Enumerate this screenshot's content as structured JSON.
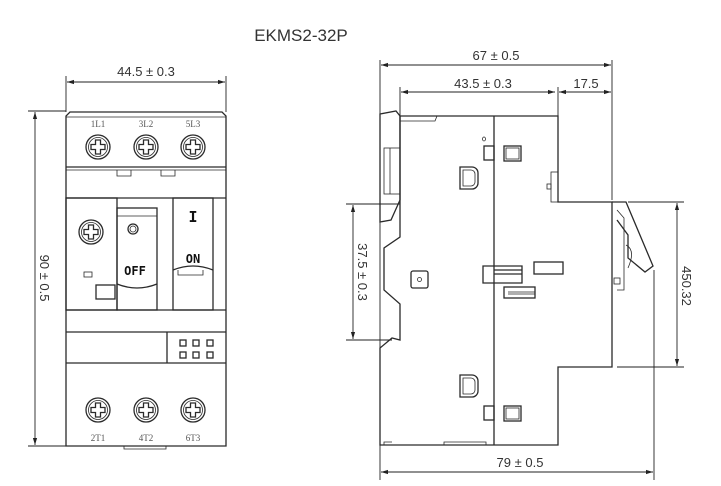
{
  "title": "EKMS2-32P",
  "front_view": {
    "width_dim": "44.5 ± 0.3",
    "height_dim": "90 ± 0.5",
    "top_terminals": [
      "1L1",
      "3L2",
      "5L3"
    ],
    "bottom_terminals": [
      "2T1",
      "4T2",
      "6T3"
    ],
    "off_label": "OFF",
    "on_symbol": "I",
    "on_label": "ON"
  },
  "side_view": {
    "overall_depth_dim": "67 ± 0.5",
    "body_depth_dim": "43.5 ± 0.3",
    "step_dim": "17.5",
    "rail_dim": "37.5 ± 0.3",
    "front_height_dim": "450.32",
    "total_depth_dim": "79 ± 0.5"
  }
}
